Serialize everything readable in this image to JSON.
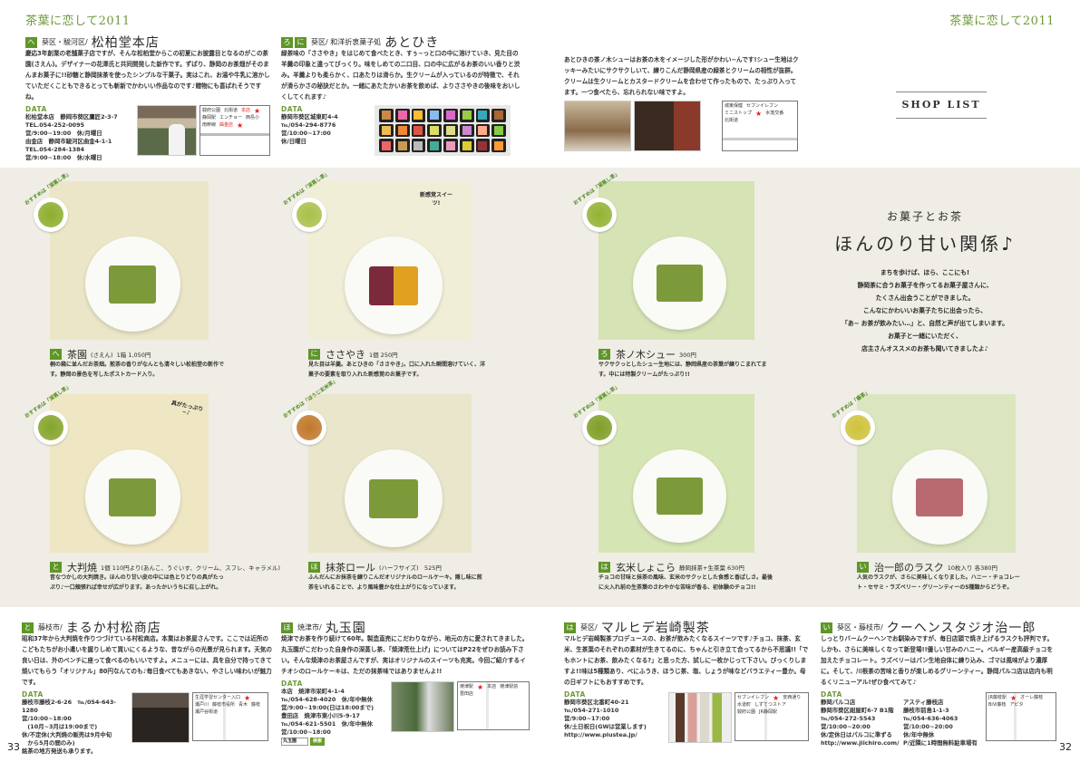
{
  "header": {
    "brand_left": "茶葉に恋して2011",
    "brand_right": "茶葉に恋して2011",
    "shop_list": "SHOP LIST"
  },
  "top_shops": [
    {
      "badges": [
        "へ"
      ],
      "area": "葵区・駿河区/",
      "name": "松柏堂本店",
      "desc": "慶応3年創業の老舗菓子店ですが、そんな松柏堂からこの初夏にお披露目となるのがこの茶園(さえん)。デザイナーの花澤氏と共同開発した新作です。ずばり、静岡のお茶畑がそのまんまお菓子に!!砂糖と静岡抹茶を使ったシンプルな干菓子。実はこれ、お湯や牛乳に溶かしていただくこともできるとっても斬新でかわいい作品なのです♪贈物にも喜ばれそうですね。",
      "data_label": "DATA",
      "data": [
        "松柏堂本店　静岡市葵区鷹匠2-3-7",
        "TEL.054-252-0095",
        "営/9:00~19:00　休/月曜日",
        "由金店　静岡市駿河区曲金4-1-1",
        "TEL.054-284-1384",
        "営/9:00~18:00　休/水曜日"
      ],
      "map_labels": [
        "駿府公園",
        "北街道",
        "本店",
        "静岡駅",
        "エンチョー",
        "西島小",
        "南幹線",
        "曲金店"
      ]
    },
    {
      "badges": [
        "ろ",
        "に"
      ],
      "area": "葵区/ 和洋折衷菓子処",
      "name": "あとひき",
      "desc": "緑茶味の「ささやき」をはじめて食べたとき、すぅ~っと口の中に溶けていき、見た目の羊羹の印象と違ってびっくり。味をしめての二口目、口の中に広がるお茶のいい香りと渋み。羊羹よりも柔らかく、口あたりは滑らか。生クリームが入っているのが特徴で、それが滑らかさの秘訣だとか。一緒にあたたかいお茶を飲めば、よりささやきの後味をおいしくしてくれます♪",
      "data_label": "DATA",
      "data": [
        "静岡市葵区城東町4-4",
        "℡/054-294-8776",
        "営/10:00~17:00",
        "休/日曜日"
      ]
    },
    {
      "desc": "あとひきの茶ノ木シューはお茶の木をイメージした形がかわい~んです!シュー生地はクッキーみたいにサクサクしいて、練りこんだ静岡県産の緑茶とクリームの相性が抜群。クリームは生クリームとカスタードクリームを合わせて作ったもので、たっぷり入ってます。一つ食べたら、忘れられない味ですよ。",
      "map_labels": [
        "城東保健",
        "セブンイレブン",
        "ミニストップ",
        "水落交番",
        "北街道"
      ]
    }
  ],
  "intro": {
    "kicker": "お菓子とお茶",
    "title": "ほんのり甘い関係♪",
    "lines": [
      "まちを歩けば、ほら、ここにも!",
      "静岡茶に合うお菓子を作ってるお菓子屋さんに、",
      "たくさん出会うことができました。",
      "こんなにかわいいお菓子たちに出会ったら、",
      "「あ~ お茶が飲みたい…」と、自然と声が出てしまいます。",
      "お菓子と一緒にいただく、",
      "店主さんオススメのお茶も聞いてきましたよ♪"
    ]
  },
  "products": [
    {
      "badge": "へ",
      "name": "茶園",
      "reading": "(さえん)",
      "price": "1箱 1,050円",
      "recommend": "おすすめは「深蒸し茶」",
      "desc": "桐の箱に並んだお茶畑。煎茶の香りがなんとも清々しい松柏堂の新作です。静岡の景色を写したポストカード入り。",
      "bg": "#ebe6c8",
      "tea": "#8cae2c"
    },
    {
      "badge": "に",
      "name": "ささやき",
      "price": "1個 250円",
      "recommend": "おすすめは「深蒸し茶」",
      "bubble": "新感覚スイーツ!",
      "desc": "見た目は羊羹。あとひきの「ささやき」。口に入れた瞬間溶けていく、洋菓子の要素を取り入れた新感覚のお菓子です。",
      "bg": "#f0eed6",
      "tea": "#a9c04a"
    },
    {
      "badge": "ろ",
      "name": "茶ノ木シュー",
      "price": "300円",
      "recommend": "おすすめは「深蒸し茶」",
      "desc": "サクサクっとしたシュー生地には、静岡県産の茶葉が練りこまれてます。中には特製クリームがたっぷり!!",
      "bg": "#d5e3b5",
      "tea": "#93b232"
    },
    {
      "badge": "と",
      "name": "大判焼",
      "price": "1個 110円より(あんこ、うぐいす、クリーム、スフレ、キャラメル)",
      "recommend": "おすすめは「深蒸し茶」",
      "bubble": "具がたっぷり~♪",
      "desc": "昔なつかしの大判焼き。ほんのり甘い皮の中には色とりどりの具がたっぷり♪一口頬張れば幸せが広がります。あったかいうちに召し上がれ。",
      "bg": "#efe7c4",
      "tea": "#85a42a"
    },
    {
      "badge": "ほ",
      "name": "抹茶ロール",
      "price": "(ハーフサイズ)　525円",
      "recommend": "おすすめは「ほうじ玄米茶」",
      "desc": "ふんだんにお抹茶を練りこんだオリジナルのロールケーキ。隠し味に煎茶をいれることで、より風味豊かな仕上がりになっています。",
      "bg": "#eae6cb",
      "tea": "#c0782a"
    },
    {
      "badge": "は",
      "name": "玄米しょこら",
      "price": "静岡抹茶+生茶葉 630円",
      "recommend": "おすすめは「深蒸し茶」",
      "desc": "チョコの甘味と抹茶の風味、玄米のサクッとした食感と香ばしさ。最後に火入れ前の生茶葉のさわやかな苦味が香る、初体験のチョコ!!",
      "bg": "#d6e5b4",
      "tea": "#7f9e26"
    },
    {
      "badge": "い",
      "name": "治一郎のラスク",
      "price": "10枚入り 各380円",
      "recommend": "おすすめは「番茶」",
      "desc": "人気のラスクが、さらに美味しくなりました。ハニー・チョコレート・セサミ・ラズベリー・グリーンティーの5種類からどうぞ。",
      "bg": "#dbe6c0",
      "tea": "#cfc23c"
    }
  ],
  "bottom_shops": [
    {
      "badge": "と",
      "area": "藤枝市/",
      "name": "まるか村松商店",
      "desc": "昭和37年から大判焼を作りつづけている村松商店。本業はお茶屋さんです。ここでは近所のこどもたちがお小遣いを握りしめて買いにくるような、昔ながらの光景が見られます。天気の良い日は、外のベンチに座って食べるのもいいですよ。メニューには、具を自分で持ってきて焼いてもらう「オリジナル」80円なんてのも♪毎日食べてもあきない、やさしい味わいが魅力です。",
      "data_label": "DATA",
      "data": [
        "藤枝市藤枝2-6-26　℡/054-643-1280",
        "営/10:00~18:00",
        "　(10月~3月は19:00まで)",
        "休/不定休(大判焼の販売は9月中旬",
        "　から5月の間のみ)",
        "銘茶の地方発送も承ります。"
      ],
      "map_labels": [
        "生涯学習センター入口",
        "瀬戸川",
        "藤枝市役所",
        "青木",
        "藤枝",
        "瀬戸谷街道"
      ]
    },
    {
      "badge": "ほ",
      "area": "焼津市/",
      "name": "丸玉園",
      "desc": "焼津でお茶を作り続けて60年。製造直売にこだわりながら、地元の方に愛されてきました。丸玉園がこだわった自身作の深蒸し茶、「焼津荒仕上げ」についてはP22をぜひお読み下さい。そんな焼津のお茶屋さんですが、実はオリジナルのスイーツも充実。今回ご紹介するイチオシのロールケーキは、ただの抹茶味ではありませんよ!!",
      "data_label": "DATA",
      "data": [
        "本店　焼津市栄町4-1-4",
        "℡/054-628-4020　休/年中無休",
        "営/9:00~19:00(日は18:00まで)",
        "豊田店　焼津市東小川5-9-17",
        "℡/054-621-5501　休/年中無休",
        "営/10:00~18:00"
      ],
      "search_value": "丸玉園",
      "search_button": "検索",
      "map_labels": [
        "焼津駅",
        "本店",
        "焼津駅前",
        "豊田店"
      ]
    },
    {
      "badge": "は",
      "area": "葵区/",
      "name": "マルヒデ岩崎製茶",
      "desc": "マルヒデ岩崎製茶プロデュースの、お茶が飲みたくなるスイーツです♪チョコ、抹茶、玄米、生茶葉のそれぞれの素材が生きてるのに、ちゃんと引き立て合ってるから不思議!!「でもホントにお茶、飲みたくなる?」と思った方、試しに一枚かじって下さい。びっくりしますよ!!味は5種類あり、べにふうき、ほうじ茶、塩、しょうが味などバラエティー豊か。母の日ギフトにもおすすめです。",
      "data_label": "DATA",
      "data": [
        "静岡市葵区北番町40-21",
        "℡/054-271-1010",
        "営/9:00~17:00",
        "休/土日祝日(GWは営業します)",
        "http://www.plustea.jp/"
      ],
      "map_labels": [
        "セブンイレブン",
        "安西通り",
        "水道町",
        "しずてつストア",
        "駿府公園",
        "JR静岡駅"
      ]
    },
    {
      "badge": "い",
      "area": "葵区・藤枝市/",
      "name": "クーヘンスタジオ治一郎",
      "desc": "しっとりバームクーヘンでお馴染みですが、毎日店頭で焼き上げるラスクも評判です。しかも、さらに美味しくなって新登場!!優しい甘みのハニー。ベルギー産高級チョコを加えたチョコレート。ラズベリーはパン生地自体に練り込み、ゴマは風味がより濃厚に。そして、川根茶の苦味と香りが楽しめるグリーンティー。静岡パルコ店は店内も明るくリニューアル!ぜひ食べてみて♪",
      "data_label": "DATA",
      "data": [
        "静岡パルコ店",
        "静岡市葵区紺屋町6-7 B1階",
        "℡/054-272-5543",
        "営/10:00~20:00",
        "休/定休日はパルコに準ずる",
        "http://www.jiichiro.com/"
      ],
      "data2": [
        "アスティ藤枝店",
        "藤枝市前島1-1-3",
        "℡/054-636-4063",
        "営/10:00~20:00",
        "休/年中無休",
        "P/近隣に1時間無料駐車場有"
      ],
      "map_labels": [
        "JR藤枝駅",
        "オーレ藤枝",
        "BiVi藤枝",
        "アピタ"
      ]
    }
  ],
  "page_numbers": {
    "left": "33",
    "right": "32"
  }
}
